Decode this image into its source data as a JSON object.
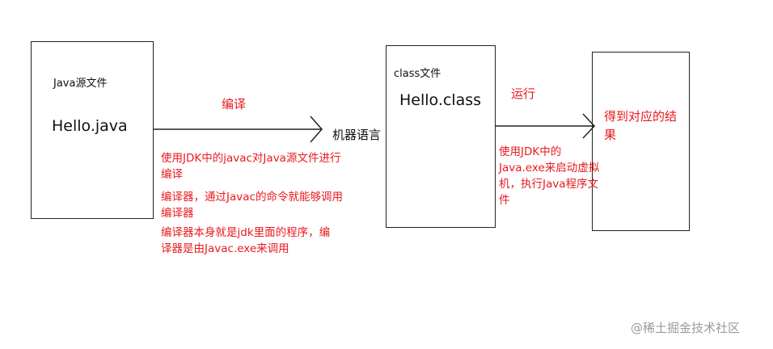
{
  "source_box": {
    "label": "Java源文件",
    "file": "Hello.java"
  },
  "compile_arrow": {
    "label": "编译",
    "target": "机器语言"
  },
  "compile_notes": {
    "line1": "使用JDK中的javac对Java源文件进行",
    "line2": "编译",
    "line3": "编译器，通过Javac的命令就能够调用",
    "line4": "编译器",
    "line5": "编译器本身就是jdk里面的程序，编",
    "line6": "译器是由Javac.exe来调用"
  },
  "class_box": {
    "label": "class文件",
    "file": "Hello.class"
  },
  "run_arrow": {
    "label": "运行"
  },
  "run_notes": {
    "line1": "使用JDK中的",
    "line2": "Java.exe来启动虚拟",
    "line3": "机，执行Java程序文",
    "line4": "件"
  },
  "result_box": {
    "line1": "得到对应的结",
    "line2": "果"
  },
  "watermark": "@稀土掘金技术社区",
  "colors": {
    "annotation": "#e8191f",
    "border": "#222222",
    "watermark": "#9a9a9a"
  }
}
